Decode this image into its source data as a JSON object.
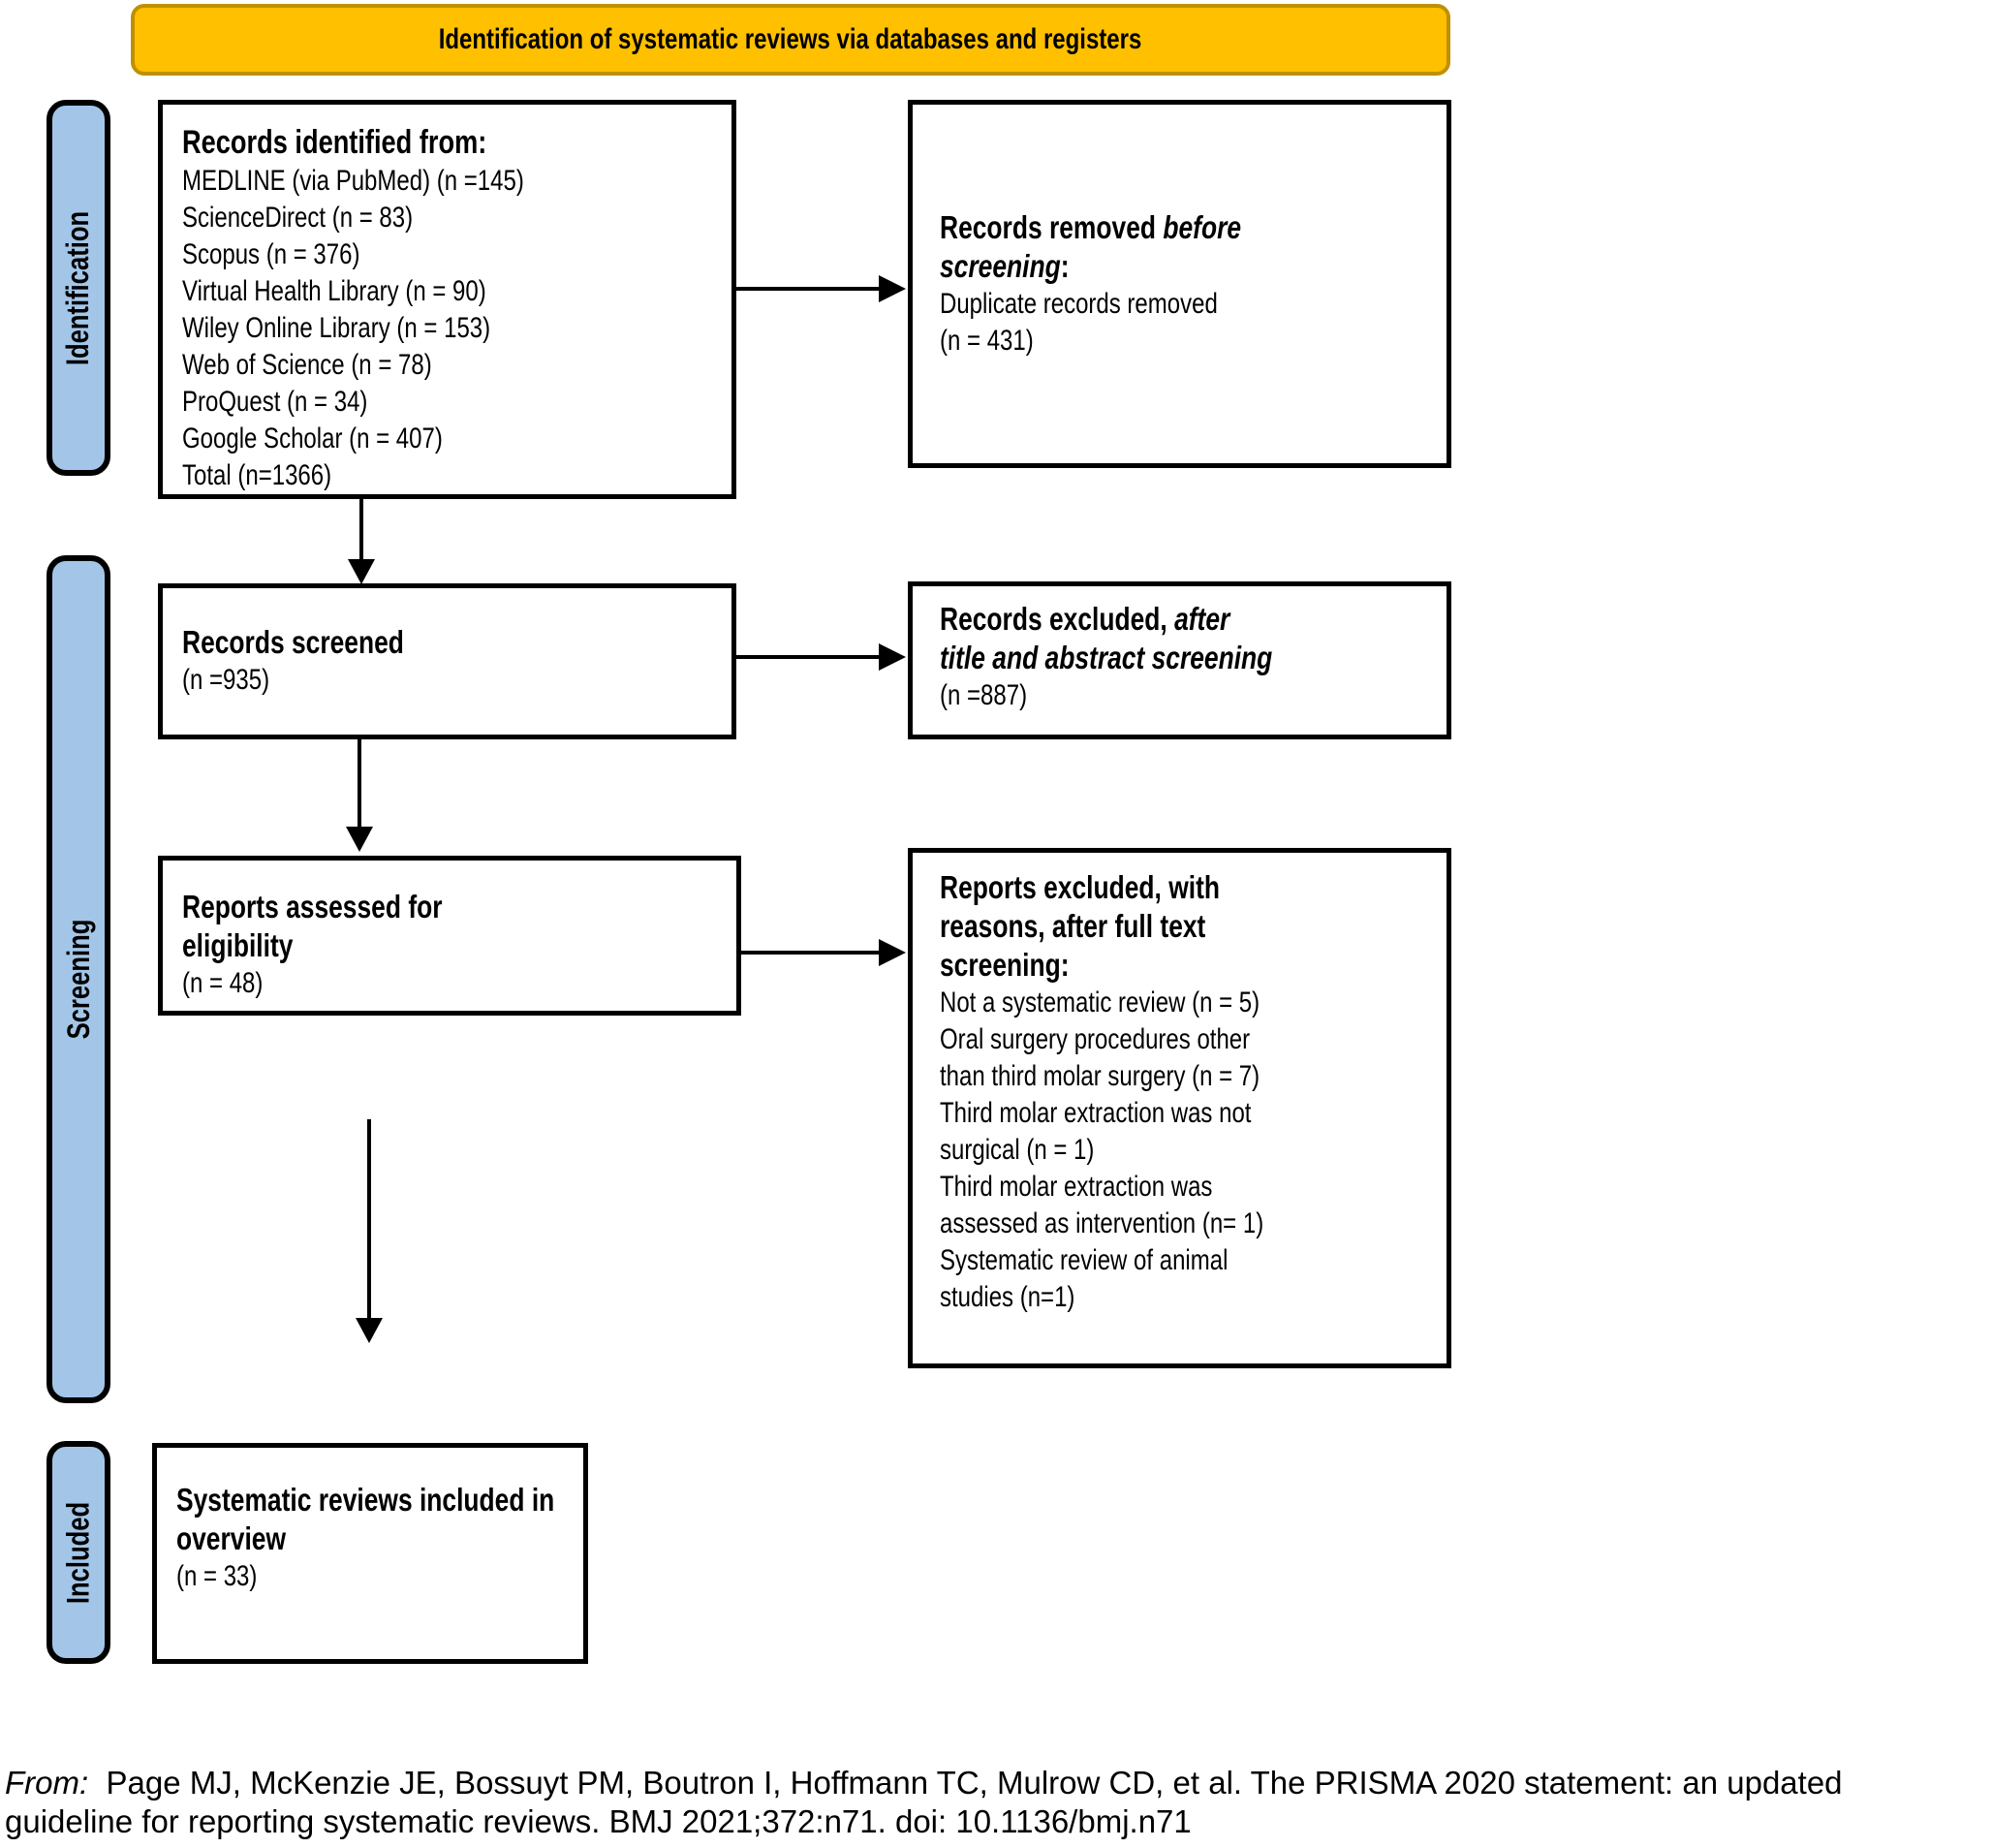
{
  "colors": {
    "banner_bg": "#FFC000",
    "banner_border": "#BF9000",
    "stage_bg": "#A3C6E8",
    "box_border": "#000000"
  },
  "banner": {
    "label": "Identification of systematic reviews via databases and registers"
  },
  "stages": [
    {
      "label": "Identification"
    },
    {
      "label": "Screening"
    },
    {
      "label": "Included"
    }
  ],
  "boxes": {
    "identified": {
      "title": "Records identified from:",
      "lines": [
        "MEDLINE (via PubMed) (n =145)",
        "ScienceDirect (n = 83)",
        "Scopus (n = 376)",
        "Virtual Health Library (n = 90)",
        "Wiley Online Library (n = 153)",
        "Web of Science (n = 78)",
        "ProQuest (n = 34)",
        "Google Scholar (n = 407)",
        "Total (n=1366)"
      ]
    },
    "removed": {
      "title_normal": "Records removed ",
      "title_italic_1": "before",
      "title_italic_2": "screening",
      "title_colon": ":",
      "body_lines": [
        "Duplicate records removed",
        "(n = 431)"
      ]
    },
    "screened": {
      "title": "Records screened",
      "count": "(n =935)"
    },
    "excluded_title_abstract": {
      "title_normal": "Records excluded, ",
      "title_italic_1": "after",
      "title_italic_2": "title and abstract screening",
      "count": "(n =887)"
    },
    "assessed": {
      "title_lines": [
        "Reports assessed for",
        "eligibility"
      ],
      "count": "(n = 48)"
    },
    "excluded_full_text": {
      "title_lines": [
        "Reports excluded, with",
        "reasons, after full text",
        "screening:"
      ],
      "reason_lines": [
        "Not a systematic review (n = 5)",
        "Oral surgery procedures other",
        "than third molar surgery (n = 7)",
        "Third molar extraction was not",
        "surgical (n = 1)",
        "Third molar extraction was",
        "assessed as intervention (n= 1)",
        "Systematic review of animal",
        "studies (n=1)"
      ]
    },
    "included": {
      "title_lines": [
        "Systematic reviews included in",
        "overview"
      ],
      "count": "(n = 33)"
    }
  },
  "footer": {
    "prefix": "From:",
    "line1": "Page MJ, McKenzie JE, Bossuyt PM, Boutron I, Hoffmann TC, Mulrow CD, et al. The PRISMA 2020 statement: an updated",
    "line2": "guideline for reporting systematic reviews. BMJ 2021;372:n71. doi: 10.1136/bmj.n71"
  }
}
